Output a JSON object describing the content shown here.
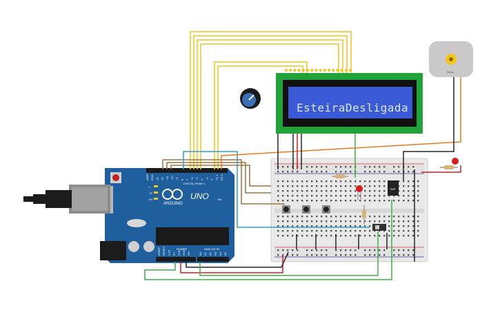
{
  "lcd": {
    "text": "EsteiraDesligada"
  },
  "arduino": {
    "brand": "ARDUINO",
    "model": "UNO",
    "digital_label": "DIGITAL (PWM~)",
    "analog_label": "ANALOG IN",
    "power_label": "POWER",
    "led_labels": [
      "L",
      "TX",
      "RX"
    ],
    "on_label": "ON",
    "ioref_labels": [
      "IOREF",
      "RESET",
      "3.3V",
      "5V",
      "GND",
      "GND",
      "Vin"
    ],
    "analog_pins": [
      "A0",
      "A1",
      "A2",
      "A3",
      "A4",
      "A5"
    ],
    "digital_pins": [
      "AREF",
      "GND",
      "13",
      "12",
      "~11",
      "~10",
      "~9",
      "8",
      "7",
      "~6",
      "~5",
      "4",
      "~3",
      "2",
      "TX 1",
      "RX 0"
    ]
  },
  "sensor": {
    "label": "TMP"
  },
  "motor": {
    "label": "Motor"
  },
  "colors": {
    "wire_yellow": "#f0c419",
    "wire_brown": "#a0703a",
    "wire_orange": "#e87b1e",
    "wire_red": "#d61c1c",
    "wire_black": "#222222",
    "wire_blue": "#2a9fd6",
    "wire_green": "#3cb043",
    "pcb": "#1f5f9e",
    "lcd_screen": "#3b5bd6",
    "lcd_pcb": "#21a33a"
  }
}
